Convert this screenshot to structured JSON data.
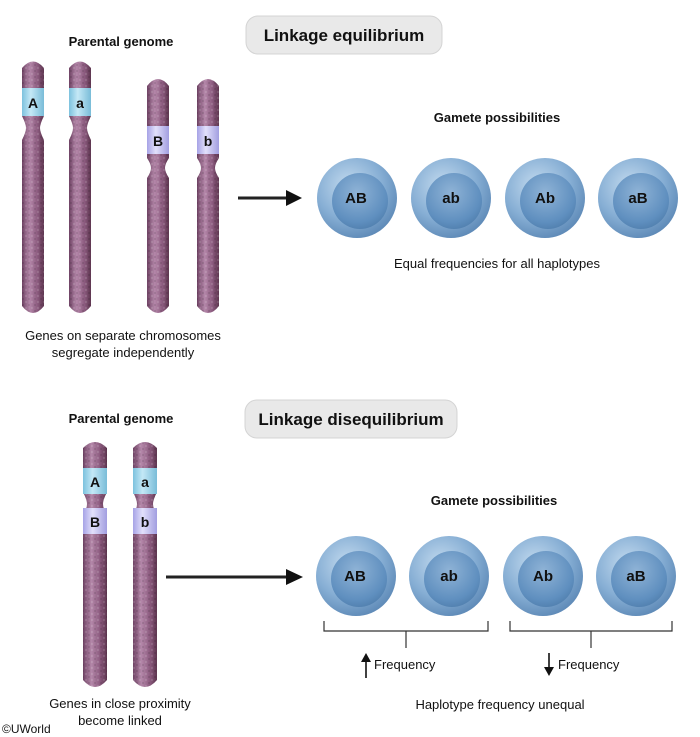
{
  "colors": {
    "chromosome": "#8c5b7f",
    "chromosome_light": "#b98aac",
    "gene_a_band": "#9fd4ea",
    "gene_b_band": "#c8c6f4",
    "gamete_outer": "#7ea8cf",
    "gamete_inner": "#4f7fb0",
    "pill_bg": "#eeeeee",
    "arrow": "#111111"
  },
  "top_panel": {
    "title": "Linkage equilibrium",
    "parental_label": "Parental genome",
    "chromosome_labels": [
      "A",
      "a",
      "B",
      "b"
    ],
    "caption_line1": "Genes on separate chromosomes",
    "caption_line2": "segregate independently",
    "gametes_title": "Gamete possibilities",
    "gametes": [
      "AB",
      "ab",
      "Ab",
      "aB"
    ],
    "gametes_caption": "Equal frequencies for all haplotypes"
  },
  "bottom_panel": {
    "title": "Linkage disequilibrium",
    "parental_label": "Parental genome",
    "chromosome_labels": [
      "A",
      "B",
      "a",
      "b"
    ],
    "caption_line1": "Genes in close proximity",
    "caption_line2": "become linked",
    "gametes_title": "Gamete possibilities",
    "gametes": [
      "AB",
      "ab",
      "Ab",
      "aB"
    ],
    "frequency_label": "Frequency",
    "frequency_left_direction": "up",
    "frequency_right_direction": "down",
    "gametes_caption": "Haplotype frequency unequal"
  },
  "copyright": "©UWorld"
}
